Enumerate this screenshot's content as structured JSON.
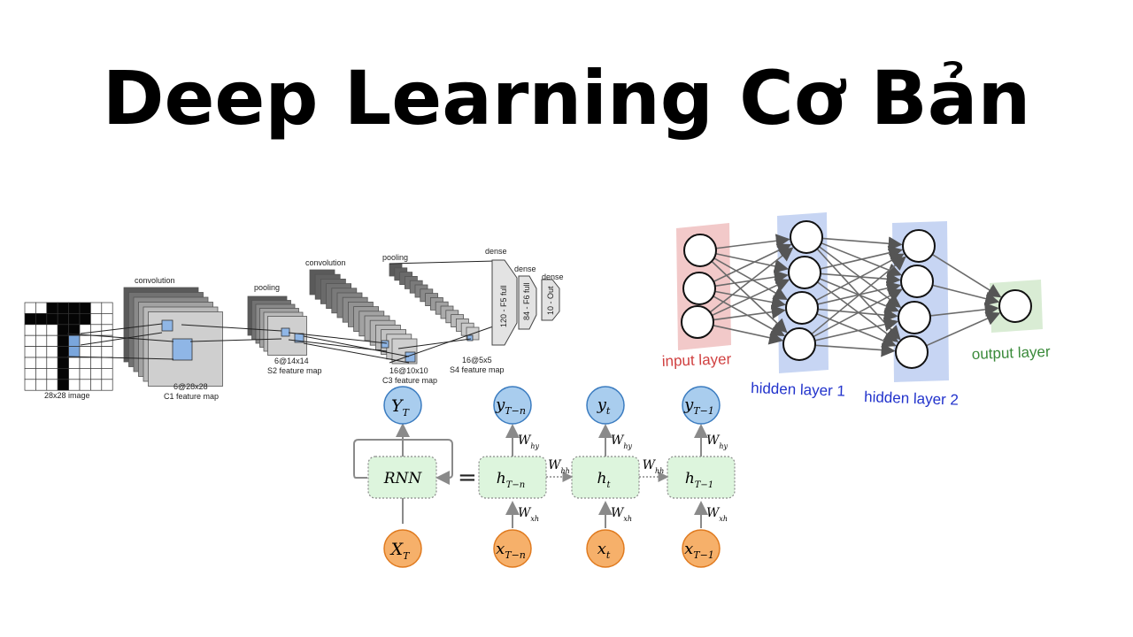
{
  "title": "Deep Learning Cơ Bản",
  "cnn": {
    "input_label": "28x28 image",
    "stages": [
      {
        "top": "convolution",
        "bottom1": "6@28x28",
        "bottom2": "C1 feature map"
      },
      {
        "top": "pooling",
        "bottom1": "6@14x14",
        "bottom2": "S2 feature map"
      },
      {
        "top": "convolution",
        "bottom1": "16@10x10",
        "bottom2": "C3 feature map"
      },
      {
        "top": "pooling",
        "bottom1": "16@5x5",
        "bottom2": "S4 feature map"
      }
    ],
    "dense": [
      {
        "top": "dense",
        "text": "120 - F5 full"
      },
      {
        "top": "dense",
        "text": "84 - F6 full"
      },
      {
        "top": "dense",
        "text": "10 - Out"
      }
    ]
  },
  "neural_net": {
    "input_layer": "input layer",
    "hidden_layer_1": "hidden layer 1",
    "hidden_layer_2": "hidden layer 2",
    "output_layer": "output layer",
    "colors": {
      "input": "#d04040",
      "hidden": "#2233cc",
      "output": "#3a8a3a"
    }
  },
  "rnn": {
    "folded": {
      "output": "Y",
      "output_sub": "T",
      "cell": "RNN",
      "input": "X",
      "input_sub": "T"
    },
    "equals": "=",
    "steps": [
      {
        "output": "y",
        "output_sub": "T−n",
        "hidden": "h",
        "hidden_sub": "T−n",
        "input": "x",
        "input_sub": "T−n"
      },
      {
        "output": "y",
        "output_sub": "t",
        "hidden": "h",
        "hidden_sub": "t",
        "input": "x",
        "input_sub": "t"
      },
      {
        "output": "y",
        "output_sub": "T−1",
        "hidden": "h",
        "hidden_sub": "T−1",
        "input": "x",
        "input_sub": "T−1"
      }
    ],
    "weight_hy": "W",
    "weight_hy_sub": "hy",
    "weight_xh": "W",
    "weight_xh_sub": "xh",
    "weight_hh": "W",
    "weight_hh_sub": "hh"
  }
}
